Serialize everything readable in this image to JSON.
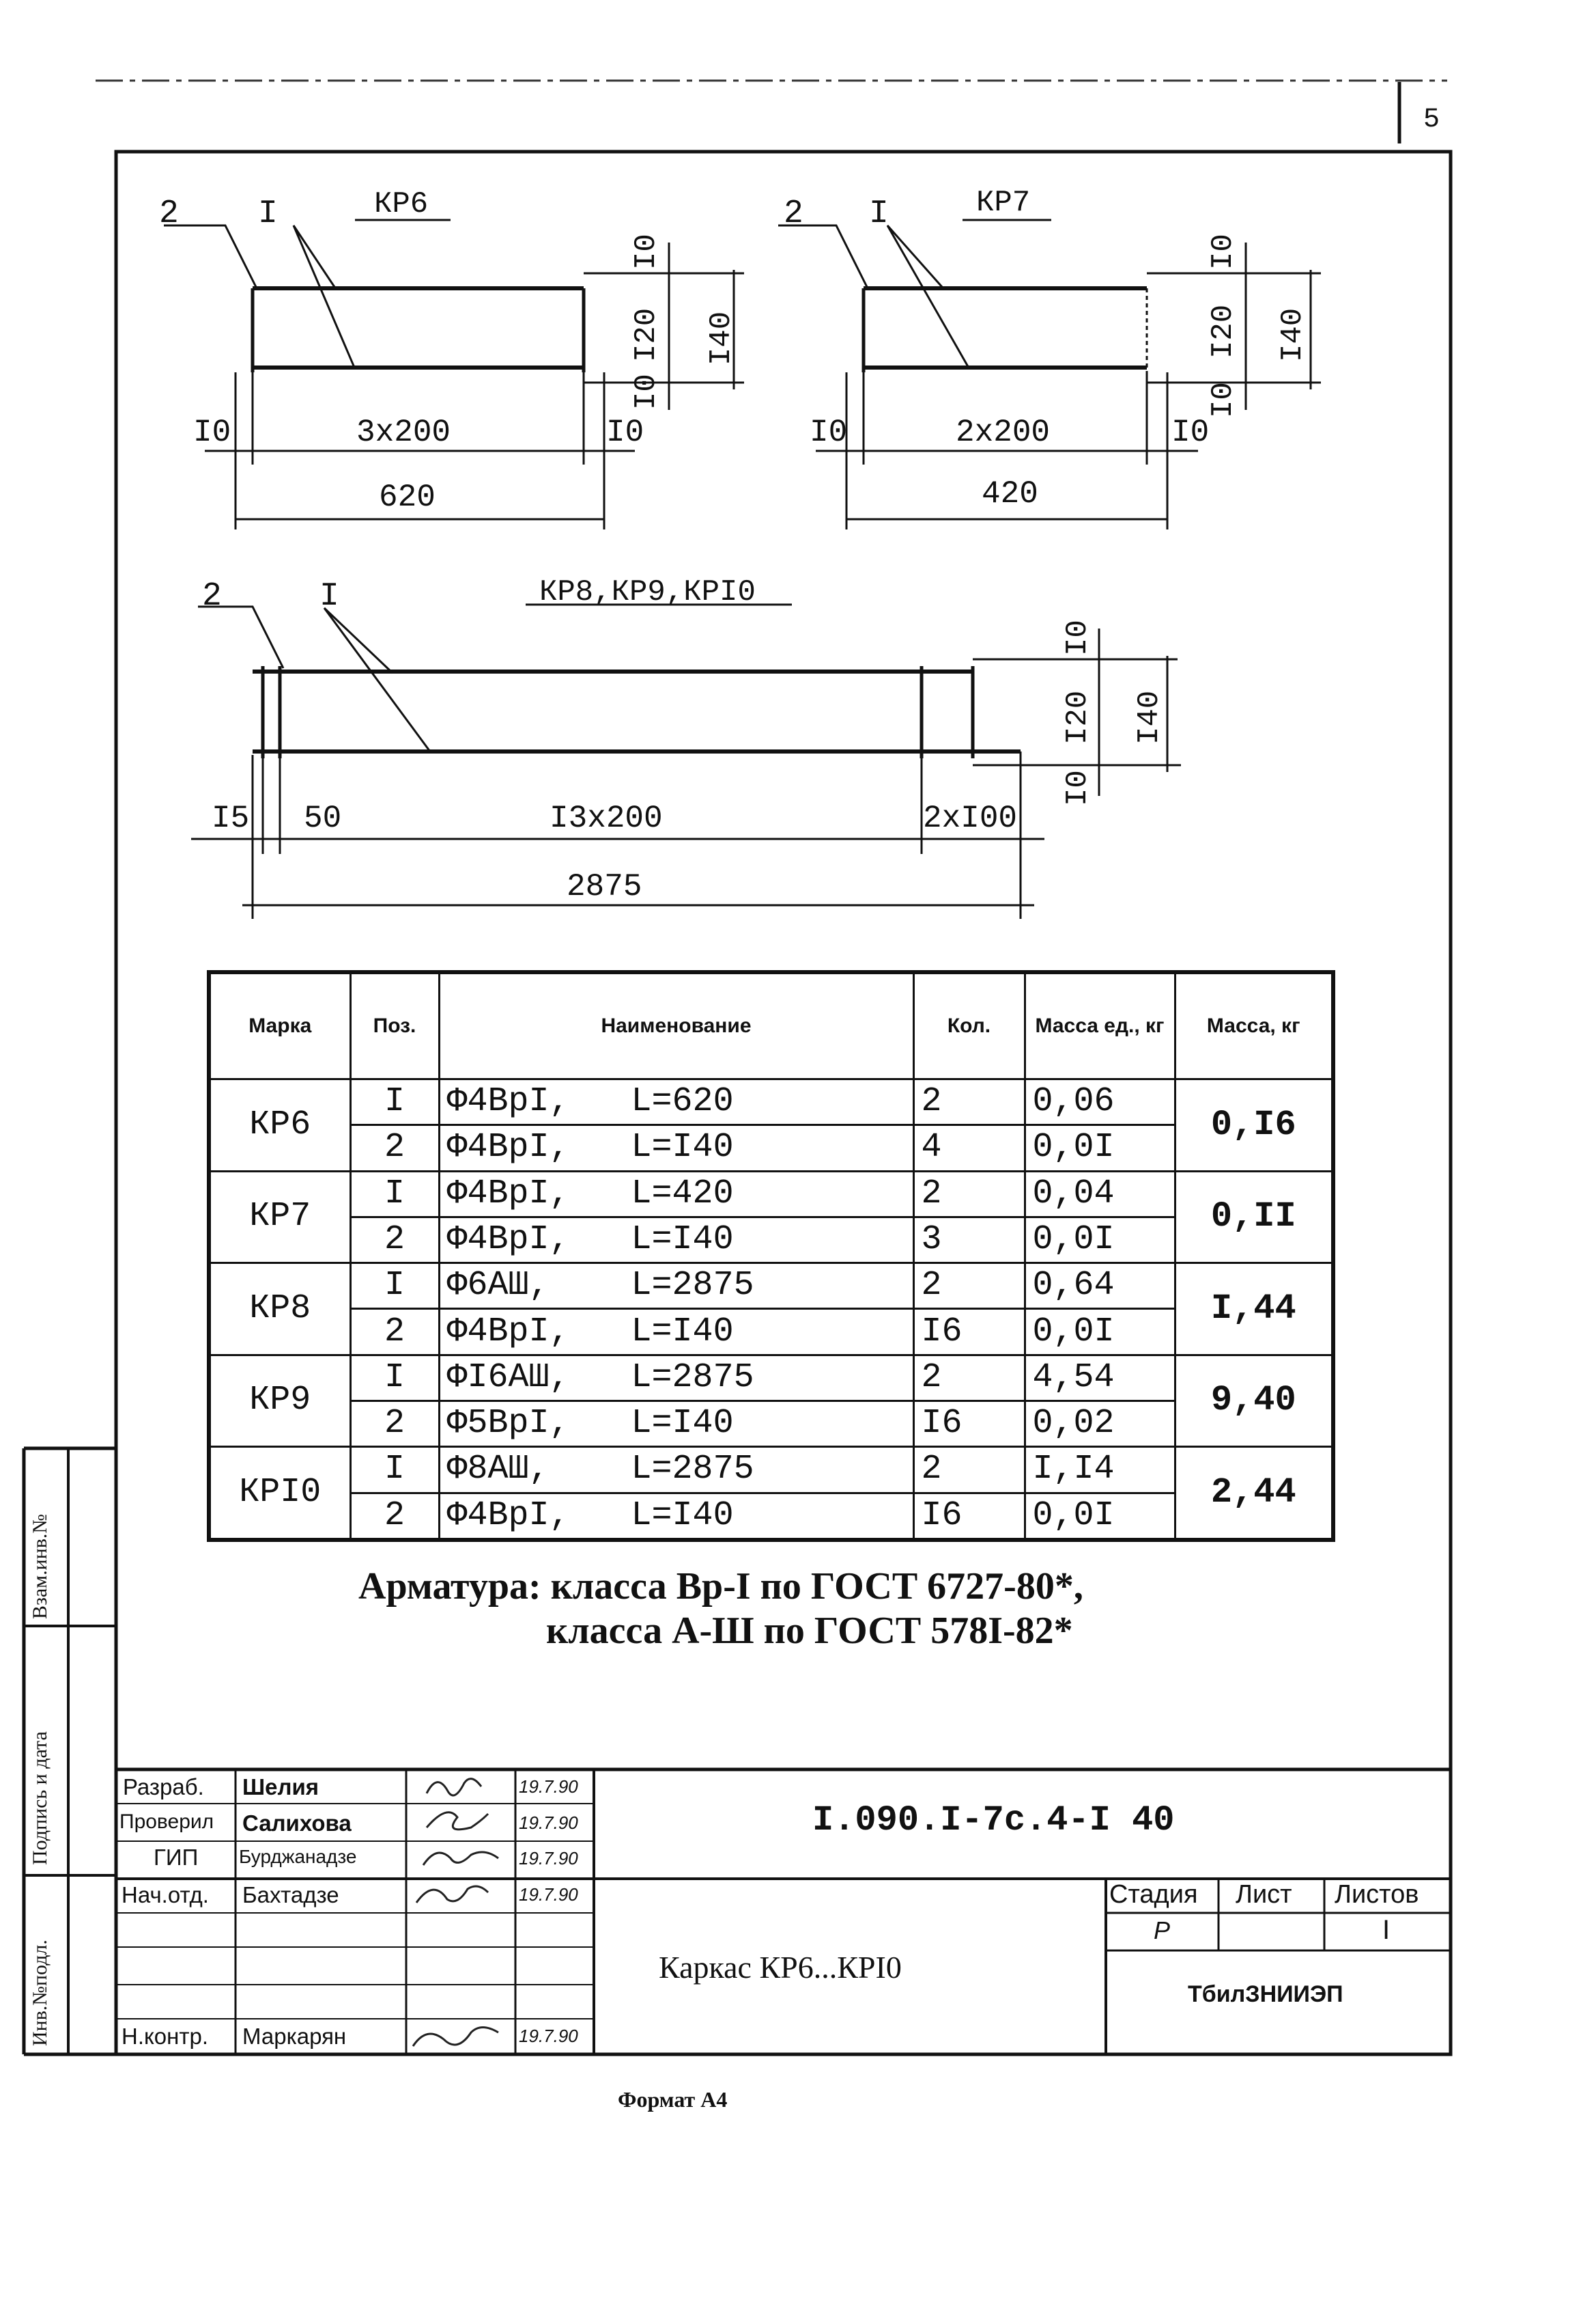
{
  "page_number": "5",
  "drawings": {
    "kp6": {
      "title": "КР6",
      "callouts": [
        "2",
        "I"
      ],
      "dims": {
        "left": "I0",
        "spacing": "3x200",
        "right": "I0",
        "total": "620",
        "v_top": "I0",
        "v_mid": "I20",
        "v_bot": "I0",
        "v_total": "I40"
      }
    },
    "kp7": {
      "title": "КР7",
      "callouts": [
        "2",
        "I"
      ],
      "dims": {
        "left": "I0",
        "spacing": "2x200",
        "right": "I0",
        "total": "420",
        "v_top": "I0",
        "v_mid": "I20",
        "v_bot": "I0",
        "v_total": "I40"
      }
    },
    "kp8": {
      "title": "КР8,КР9,КРI0",
      "callouts": [
        "2",
        "I"
      ],
      "dims": {
        "left": "I5",
        "offset": "50",
        "spacing": "I3x200",
        "right": "2xI00",
        "total": "2875",
        "v_top": "I0",
        "v_mid": "I20",
        "v_bot": "I0",
        "v_total": "I40"
      }
    }
  },
  "table": {
    "headers": {
      "mark": "Марка",
      "pos": "Поз.",
      "name": "Наименование",
      "qty": "Кол.",
      "unit_mass": "Масса ед., кг",
      "mass": "Масса, кг"
    },
    "groups": [
      {
        "mark": "КР6",
        "total": "0,I6",
        "rows": [
          {
            "pos": "I",
            "name": "Ф4ВрI,   L=620",
            "qty": "2",
            "unit": "0,06"
          },
          {
            "pos": "2",
            "name": "Ф4ВрI,   L=I40",
            "qty": "4",
            "unit": "0,0I"
          }
        ]
      },
      {
        "mark": "КР7",
        "total": "0,II",
        "rows": [
          {
            "pos": "I",
            "name": "Ф4ВрI,   L=420",
            "qty": "2",
            "unit": "0,04"
          },
          {
            "pos": "2",
            "name": "Ф4ВрI,   L=I40",
            "qty": "3",
            "unit": "0,0I"
          }
        ]
      },
      {
        "mark": "КР8",
        "total": "I,44",
        "rows": [
          {
            "pos": "I",
            "name": "Ф6АШ,    L=2875",
            "qty": "2",
            "unit": "0,64"
          },
          {
            "pos": "2",
            "name": "Ф4ВрI,   L=I40",
            "qty": "I6",
            "unit": "0,0I"
          }
        ]
      },
      {
        "mark": "КР9",
        "total": "9,40",
        "rows": [
          {
            "pos": "I",
            "name": "ФI6АШ,   L=2875",
            "qty": "2",
            "unit": "4,54"
          },
          {
            "pos": "2",
            "name": "Ф5ВрI,   L=I40",
            "qty": "I6",
            "unit": "0,02"
          }
        ]
      },
      {
        "mark": "КРI0",
        "total": "2,44",
        "rows": [
          {
            "pos": "I",
            "name": "Ф8АШ,    L=2875",
            "qty": "2",
            "unit": "I,I4"
          },
          {
            "pos": "2",
            "name": "Ф4ВрI,   L=I40",
            "qty": "I6",
            "unit": "0,0I"
          }
        ]
      }
    ]
  },
  "notes": {
    "line1": "Арматура: класса Вр-I по ГОСТ 6727-80*,",
    "line2": "класса А-Ш по ГОСТ 578I-82*"
  },
  "title_block": {
    "doc_code": "I.090.I-7с.4-I 40",
    "title": "Каркас КР6...КРI0",
    "org": "ТбилЗНИИЭП",
    "stage_label": "Стадия",
    "stage": "Р",
    "sheet_label": "Лист",
    "sheets_label": "Листов",
    "sheets": "I",
    "roles": [
      {
        "role": "Разраб.",
        "name": "Шелия",
        "date": "19.7.90"
      },
      {
        "role": "Проверил",
        "name": "Салихова",
        "date": "19.7.90"
      },
      {
        "role": "ГИП",
        "name": "Бурджанадзе",
        "date": "19.7.90"
      },
      {
        "role": "Нач.отд.",
        "name": "Бахтадзе",
        "date": "19.7.90"
      },
      {
        "role": "",
        "name": "",
        "date": ""
      },
      {
        "role": "",
        "name": "",
        "date": ""
      },
      {
        "role": "Н.контр.",
        "name": "Маркарян",
        "date": "19.7.90"
      }
    ]
  },
  "side_stamp": {
    "inv_podl": "Инв.№подл.",
    "podpis": "Подпись и дата",
    "vzam": "Взам.инв.№"
  },
  "format": "Формат А4"
}
